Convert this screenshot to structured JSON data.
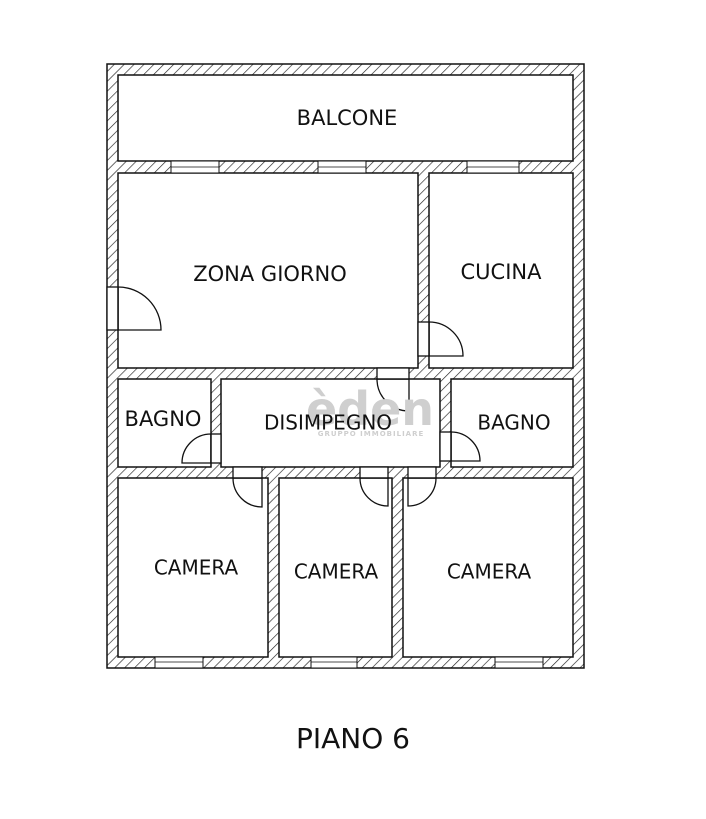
{
  "plan": {
    "floor_title": "PIANO 6",
    "rooms": {
      "balcone": "BALCONE",
      "zona_giorno": "ZONA GIORNO",
      "cucina": "CUCINA",
      "bagno_left": "BAGNO",
      "disimpegno": "DISIMPEGNO",
      "bagno_right": "BAGNO",
      "camera_left": "CAMERA",
      "camera_center": "CAMERA",
      "camera_right": "CAMERA"
    },
    "watermark": {
      "logo": "èden",
      "tagline": "GRUPPO IMMOBILIARE"
    }
  }
}
